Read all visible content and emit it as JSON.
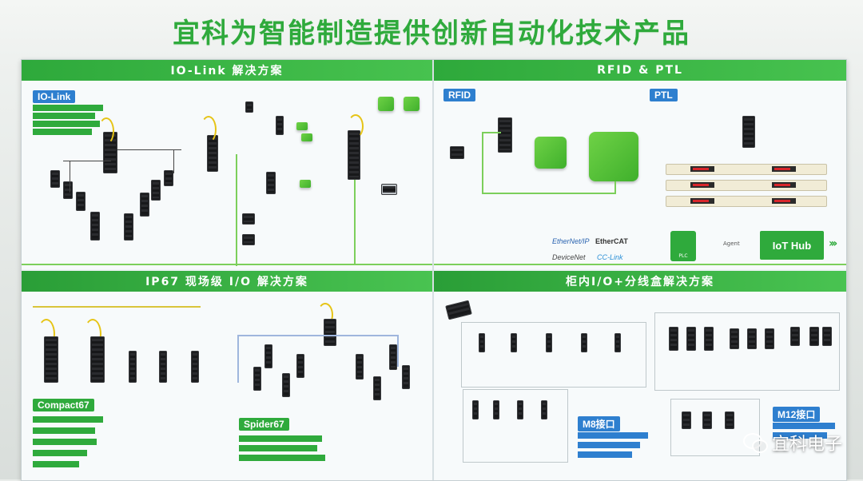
{
  "headline": "宜科为智能制造提供创新自动化技术产品",
  "sections": {
    "io_link": {
      "title": "IO-Link 解决方案",
      "tag": "IO-Link"
    },
    "rfid_ptl": {
      "title": "RFID & PTL",
      "tag_rfid": "RFID",
      "tag_ptl": "PTL"
    },
    "ip67": {
      "title": "IP67 现场级 I/O 解决方案",
      "tag_compact": "Compact67",
      "tag_spider": "Spider67"
    },
    "cabinet": {
      "title": "柜内I/O+分线盒解决方案",
      "tag_m8": "M8接口",
      "tag_m12": "M12接口"
    }
  },
  "protocols": [
    "EtherNet/IP",
    "EtherCAT",
    "DeviceNet",
    "CC-Link"
  ],
  "iot_hub": "IoT Hub",
  "agent": "Agent",
  "plc": "PLC",
  "watermark": "宜科电子",
  "colors": {
    "brand_green": "#2faa3c",
    "tag_blue": "#2e7fcf",
    "cable_green": "#7ccf5b"
  }
}
